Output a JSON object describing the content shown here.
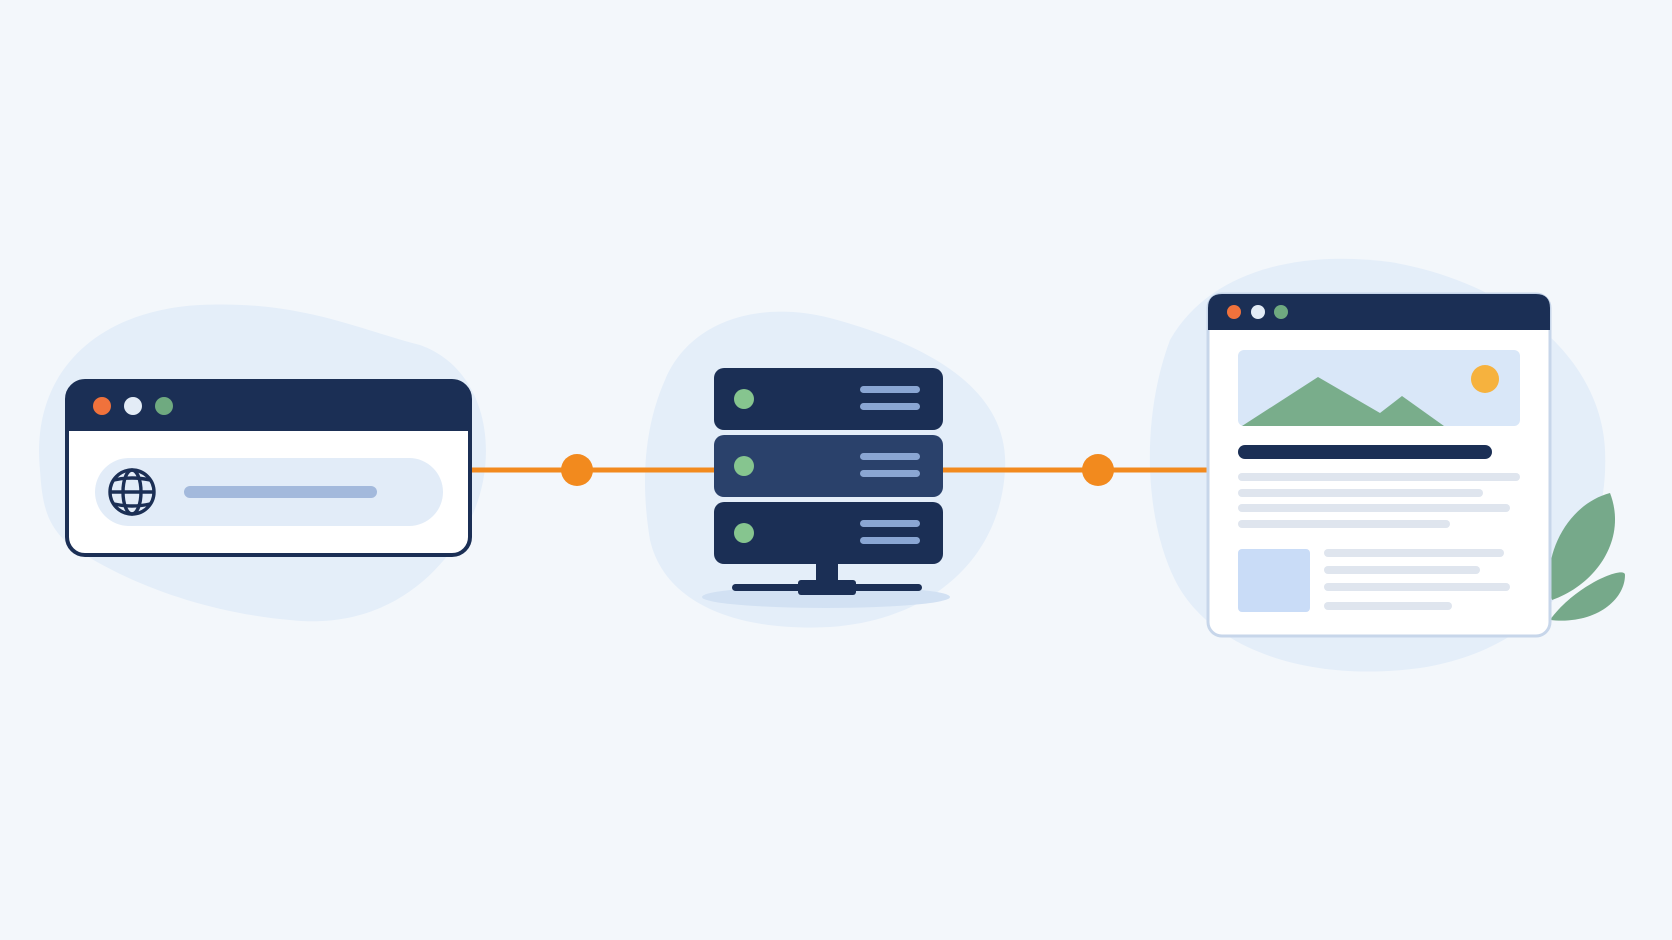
{
  "colors": {
    "background": "#f3f7fb",
    "blob": "#e4eef9",
    "navy": "#1b2f55",
    "navy_mid": "#2a416b",
    "orange": "#f28a1e",
    "dot_red": "#f0723c",
    "dot_white": "#e3ecf6",
    "dot_green": "#6faa80",
    "green_led": "#86c58f",
    "line_light": "#8aa6d3",
    "pill": "#e2ecf8",
    "pill_bar": "#a3b9dc",
    "text_line": "#dfe5ee",
    "image_panel": "#d9e7f8",
    "mountain": "#79ad8b",
    "sun": "#f6b23e",
    "thumb": "#c9dcf7",
    "leaf": "#76a98a"
  },
  "diagram": {
    "nodes": [
      {
        "id": "browser-request",
        "icon": "globe-icon"
      },
      {
        "id": "server",
        "icon": "server-rack-icon"
      },
      {
        "id": "rendered-web-page",
        "icon": "image-icon"
      }
    ],
    "edges": [
      {
        "from": "browser-request",
        "to": "server"
      },
      {
        "from": "server",
        "to": "rendered-web-page"
      }
    ]
  }
}
